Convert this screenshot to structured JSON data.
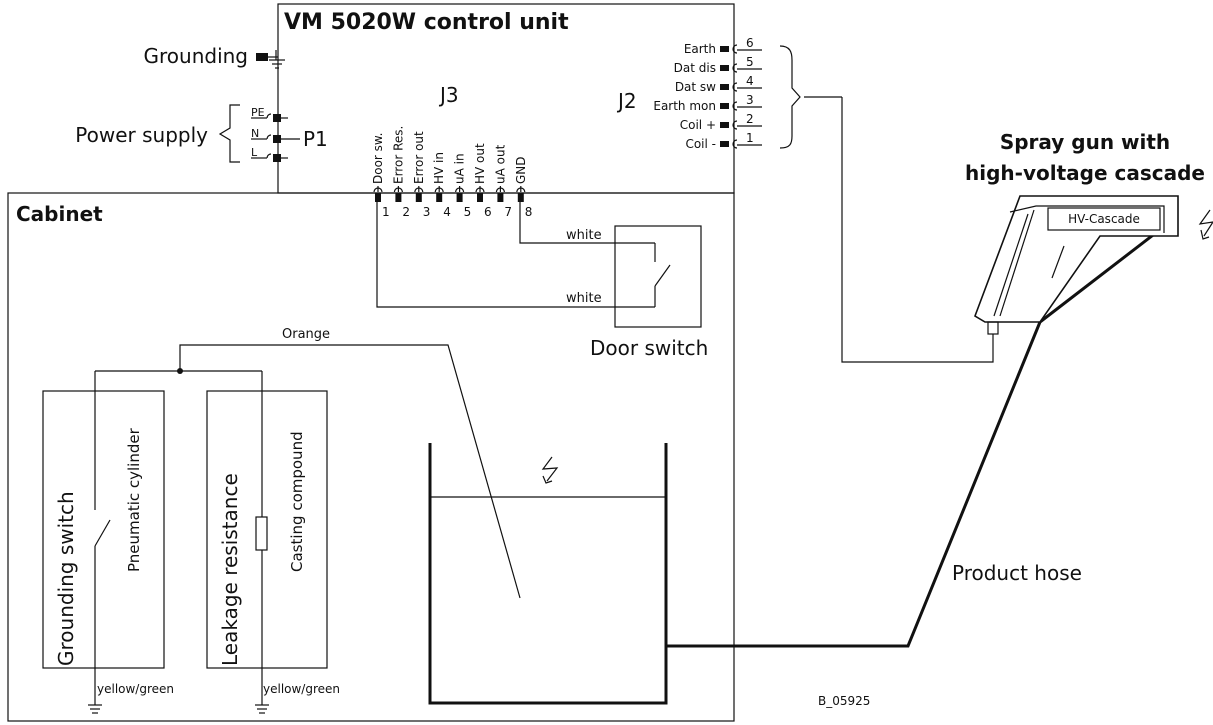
{
  "control_unit": {
    "title": "VM 5020W control unit",
    "j2_label": "J2",
    "j3_label": "J3"
  },
  "grounding": {
    "label": "Grounding"
  },
  "power_supply": {
    "label": "Power supply",
    "connector": "P1",
    "pins": [
      "PE",
      "N",
      "L"
    ]
  },
  "j2_pins": [
    {
      "name": "Earth",
      "num": "6"
    },
    {
      "name": "Dat dis",
      "num": "5"
    },
    {
      "name": "Dat sw",
      "num": "4"
    },
    {
      "name": "Earth mon",
      "num": "3"
    },
    {
      "name": "Coil +",
      "num": "2"
    },
    {
      "name": "Coil -",
      "num": "1"
    }
  ],
  "j3_pins": [
    {
      "name": "Door sw.",
      "num": "1"
    },
    {
      "name": "Error Res.",
      "num": "2"
    },
    {
      "name": "Error out",
      "num": "3"
    },
    {
      "name": "HV in",
      "num": "4"
    },
    {
      "name": "uA in",
      "num": "5"
    },
    {
      "name": "HV out",
      "num": "6"
    },
    {
      "name": "uA out",
      "num": "7"
    },
    {
      "name": "GND",
      "num": "8"
    }
  ],
  "cabinet": {
    "label": "Cabinet"
  },
  "door_switch": {
    "label": "Door switch",
    "wire_top": "white",
    "wire_bottom": "white"
  },
  "wire_orange": "Orange",
  "grounding_switch": {
    "label": "Grounding switch",
    "sub": "Pneumatic cylinder",
    "ground_wire": "yellow/green"
  },
  "leakage": {
    "label": "Leakage resistance",
    "sub": "Casting compound",
    "ground_wire": "yellow/green"
  },
  "spray_gun": {
    "title_line1": "Spray gun with",
    "title_line2": "high-voltage cascade",
    "cascade": "HV-Cascade"
  },
  "product_hose": "Product hose",
  "ref": "B_05925"
}
